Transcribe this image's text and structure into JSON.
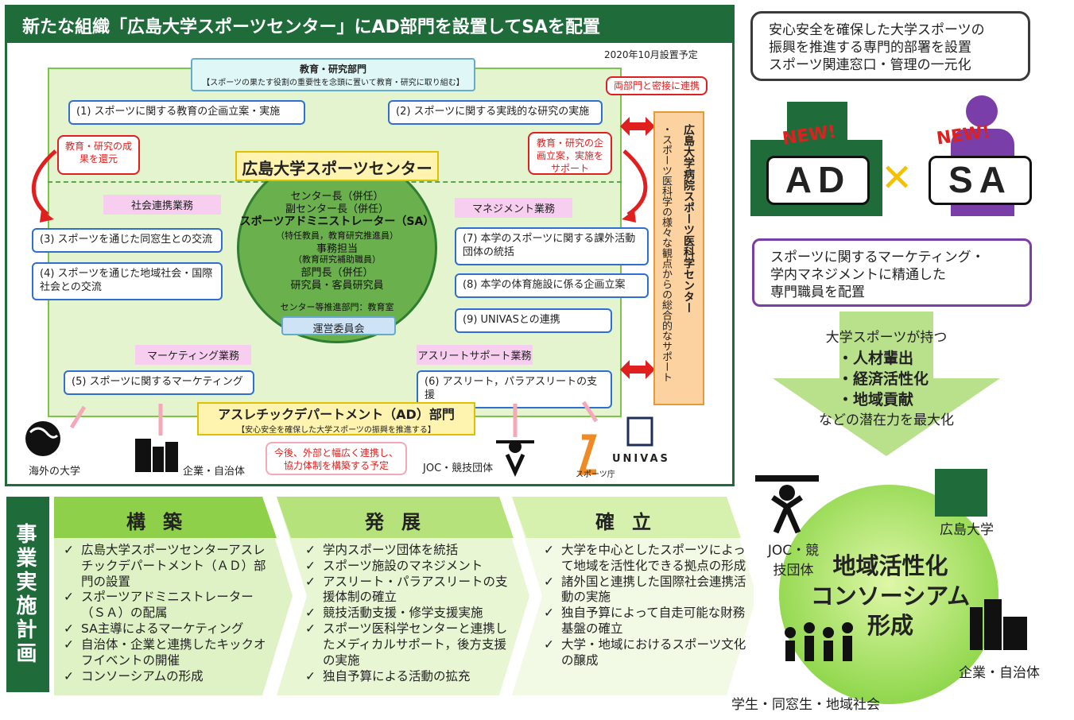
{
  "title": "新たな組織「広島大学スポーツセンター」にAD部門を設置してSAを配置",
  "setup_note": "2020年10月設置予定",
  "edu_dept": {
    "title": "教育・研究部門",
    "sub": "【スポーツの果たす役割の重要性を念頭に置いて教育・研究に取り組む】"
  },
  "items": {
    "i1": "(1) スポーツに関する教育の企画立案・実施",
    "i2": "(2) スポーツに関する実践的な研究の実施",
    "i3": "(3) スポーツを通じた同窓生との交流",
    "i4": "(4) スポーツを通じた地域社会・国際社会との交流",
    "i5": "(5) スポーツに関するマーケティング",
    "i6": "(6) アスリート，パラアスリートの支援",
    "i7": "(7) 本学のスポーツに関する課外活動団体の統括",
    "i8": "(8) 本学の体育施設に係る企画立案",
    "i9": "(9) UNIVASとの連携"
  },
  "callouts": {
    "left": "教育・研究の成果を還元",
    "right": "教育・研究の企画立案，実施をサポート",
    "both": "両部門と密接に連携"
  },
  "categories": {
    "social": "社会連携業務",
    "management": "マネジメント業務",
    "marketing": "マーケティング業務",
    "athlete": "アスリートサポート業務"
  },
  "center": {
    "name": "広島大学スポーツセンター",
    "l1": "センター長（併任）",
    "l2": "副センター長（併任）",
    "l3": "スポーツアドミニストレーター（SA）",
    "l4": "（特任教員，教育研究推進員）",
    "l5": "事務担当",
    "l6": "（教育研究補助職員）",
    "l7": "部門長（併任）",
    "l8": "研究員・客員研究員",
    "l9": "センター等推進部門：教育室",
    "committee": "運営委員会"
  },
  "ad_dept": {
    "title": "アスレチックデパートメント（AD）部門",
    "sub": "【安心安全を確保した大学スポーツの振興を推進する】"
  },
  "hospital": {
    "title": "広島大学病院スポーツ医科学センター",
    "sub": "・スポーツ医科学の様々な観点からの総合的なサポート"
  },
  "partners": {
    "overseas": "海外の大学",
    "corp": "企業・自治体",
    "future": "今後、外部と幅広く連携し、協力体制を構築する予定",
    "joc": "JOC・競技団体",
    "sportsagency": "スポーツ庁",
    "univas": "UNIVAS"
  },
  "right_panel": {
    "top_speech": [
      "安心安全を確保した大学スポーツの",
      "振興を推進する専門的部署を設置",
      "スポーツ関連窓口・管理の一元化"
    ],
    "new": "NEW!",
    "ad": "AD",
    "sa": "SA",
    "cross": "✕",
    "bottom_speech": [
      "スポーツに関するマーケティング・",
      "学内マネジメントに精通した",
      "専門職員を配置"
    ],
    "arrow_lines": {
      "top": "大学スポーツが持つ",
      "b1": "・人材輩出",
      "b2": "・経済活性化",
      "b3": "・地域貢献",
      "bottom": "などの潜在力を最大化"
    }
  },
  "plan": {
    "label": "事業実施計画",
    "phases": [
      {
        "title": "構築",
        "items": [
          "広島大学スポーツセンターアスレチックデパートメント（ＡＤ）部門の設置",
          "スポーツアドミニストレーター（ＳＡ）の配属",
          "SA主導によるマーケティング",
          "自治体・企業と連携したキックオフイベントの開催",
          "コンソーシアムの形成"
        ]
      },
      {
        "title": "発展",
        "items": [
          "学内スポーツ団体を統括",
          "スポーツ施設のマネジメント",
          "アスリート・パラアスリートの支援体制の確立",
          "競技活動支援・修学支援実施",
          "スポーツ医科学センターと連携したメディカルサポート，後方支援の実施",
          "独自予算による活動の拡充"
        ]
      },
      {
        "title": "確立",
        "items": [
          "大学を中心としたスポーツによって地域を活性化できる拠点の形成",
          "諸外国と連携した国際社会連携活動の実施",
          "独自予算によって自走可能な財務基盤の確立",
          "大学・地域におけるスポーツ文化の醸成"
        ]
      }
    ]
  },
  "consortium": {
    "title_lines": [
      "地域活性化",
      "コンソーシアム",
      "形成"
    ],
    "joc": "JOC・競技団体",
    "univ": "広島大学",
    "corp": "企業・自治体",
    "students": "学生・同窓生・地域社会"
  },
  "colors": {
    "dark_green": "#1f6b3a",
    "red": "#e01f1f",
    "blue": "#2f6fd1",
    "purple": "#7a3ea8"
  }
}
